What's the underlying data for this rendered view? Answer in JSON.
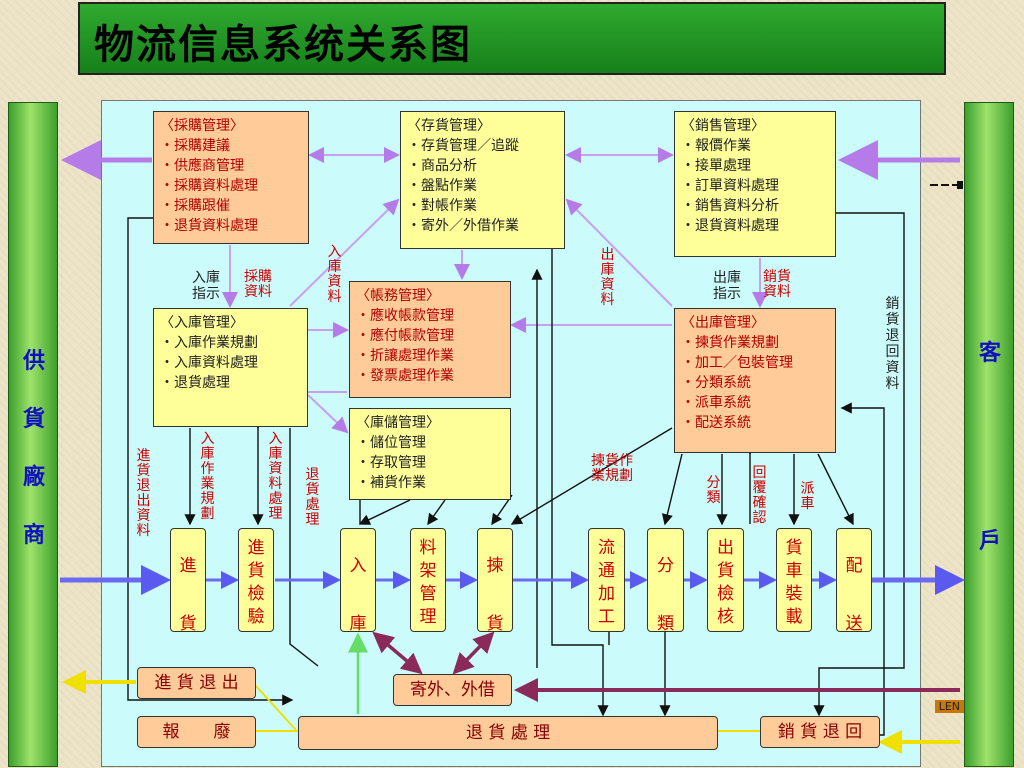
{
  "title": "物流信息系统关系图",
  "supplier": "供貨廠商",
  "customer": "客戶",
  "modules": {
    "purchase": {
      "title": "〈採購管理〉",
      "items": [
        "・採購建議",
        "・供應商管理",
        "・採購資料處理",
        "・採購跟催",
        "・退貨資料處理"
      ]
    },
    "inventory": {
      "title": "〈存貨管理〉",
      "items": [
        "・存貨管理／追蹤",
        "・商品分析",
        "・盤點作業",
        "・對帳作業",
        "・寄外／外借作業"
      ]
    },
    "sales": {
      "title": "〈銷售管理〉",
      "items": [
        "・報價作業",
        "・接單處理",
        "・訂單資料處理",
        "・銷售資料分析",
        "・退貨資料處理"
      ]
    },
    "accounts": {
      "title": "〈帳務管理〉",
      "items": [
        "・應收帳款管理",
        "・應付帳款管理",
        "・折讓處理作業",
        "・發票處理作業"
      ]
    },
    "receiving": {
      "title": "〈入庫管理〉",
      "items": [
        "・入庫作業規劃",
        "・入庫資料處理",
        "・退貨處理"
      ]
    },
    "storage": {
      "title": "〈庫儲管理〉",
      "items": [
        "・儲位管理",
        "・存取管理",
        "・補貨作業"
      ]
    },
    "shipping": {
      "title": "〈出庫管理〉",
      "items": [
        "・揀貨作業規劃",
        "・加工／包裝管理",
        "・分類系統",
        "・派車系統",
        "・配送系統"
      ]
    }
  },
  "labels": {
    "inbound_instr": "入庫指示",
    "purchase_data": "採購資料",
    "inbound_data": "入庫資料",
    "outbound_data": "出庫資料",
    "outbound_instr": "出庫指示",
    "sales_data": "銷貨資料",
    "sales_return_data": "銷貨退回資料",
    "inbound_plan": "入庫作業規劃",
    "inbound_proc": "入庫資料處理",
    "return_proc": "退貨處理",
    "return_data": "進貨退出資料",
    "pick_plan": "揀貨作業規劃",
    "sort": "分類",
    "confirm": "回覆確認",
    "dispatch": "派車"
  },
  "processes": [
    "進貨",
    "進貨檢驗",
    "入庫",
    "料架管理",
    "揀貨",
    "流通加工",
    "分類",
    "出貨檢核",
    "貨車裝載",
    "配送"
  ],
  "bottom": {
    "return_out": "進 貨 退 出",
    "consign": "寄外、外借",
    "scrap": "報　　廢",
    "return_handle": "退 貨 處 理",
    "sales_return": "銷 貨 退 回"
  },
  "tag": "LEN"
}
